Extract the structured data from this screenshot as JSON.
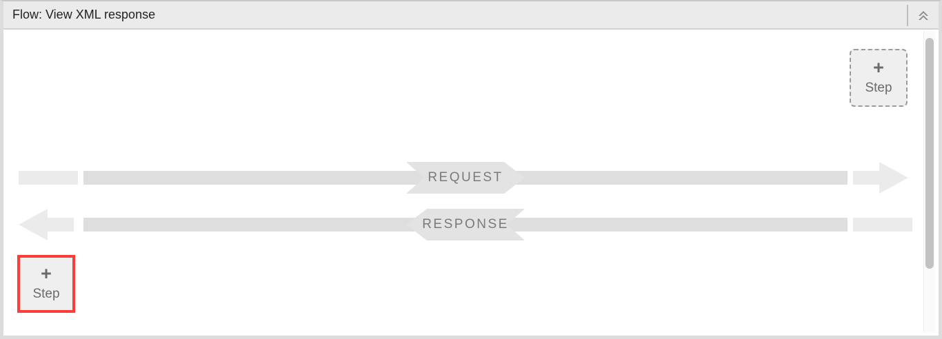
{
  "panel": {
    "title": "Flow: View XML response",
    "collapse_icon": "double-chevron-up-icon",
    "collapse_tooltip": "Collapse"
  },
  "flow": {
    "rows": [
      {
        "id": "request",
        "label": "REQUEST",
        "direction": "right",
        "head_icon": "arrow-right-icon"
      },
      {
        "id": "response",
        "label": "RESPONSE",
        "direction": "left",
        "head_icon": "arrow-left-icon"
      }
    ],
    "add_step_top": {
      "plus": "+",
      "label": "Step",
      "state": "dashed"
    },
    "add_step_bottom": {
      "plus": "+",
      "label": "Step",
      "state": "highlighted"
    }
  },
  "colors": {
    "highlight": "#fc3d39",
    "bar_light": "#ebebeb",
    "bar_dark": "#dedede",
    "banner": "#e3e3e3",
    "header_bg": "#ebebeb",
    "text_muted": "#7a7a7a"
  },
  "scrollbar": {
    "orientation": "vertical"
  }
}
